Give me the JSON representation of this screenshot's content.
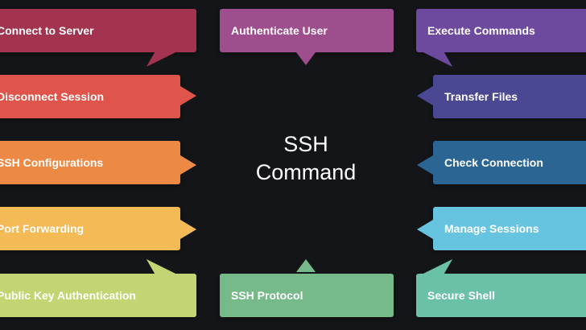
{
  "center": {
    "line1": "SSH",
    "line2": "Command"
  },
  "callouts": {
    "connect": {
      "label": "Connect to Server",
      "color": "#A3344F"
    },
    "authenticate": {
      "label": "Authenticate User",
      "color": "#9E4E8D"
    },
    "execute": {
      "label": "Execute Commands",
      "color": "#6E4A9E"
    },
    "disconnect": {
      "label": "Disconnect Session",
      "color": "#E0554B"
    },
    "transfer": {
      "label": "Transfer Files",
      "color": "#4A4892"
    },
    "configurations": {
      "label": "SSH Configurations",
      "color": "#EC8A45"
    },
    "check": {
      "label": "Check Connection",
      "color": "#2A6594"
    },
    "forwarding": {
      "label": "Port Forwarding",
      "color": "#F3BA55"
    },
    "sessions": {
      "label": "Manage Sessions",
      "color": "#66C4E0"
    },
    "publickey": {
      "label": "Public Key Authentication",
      "color": "#C2D572"
    },
    "protocol": {
      "label": "SSH Protocol",
      "color": "#77BA89"
    },
    "secure": {
      "label": "Secure Shell",
      "color": "#6BC0A8"
    }
  }
}
